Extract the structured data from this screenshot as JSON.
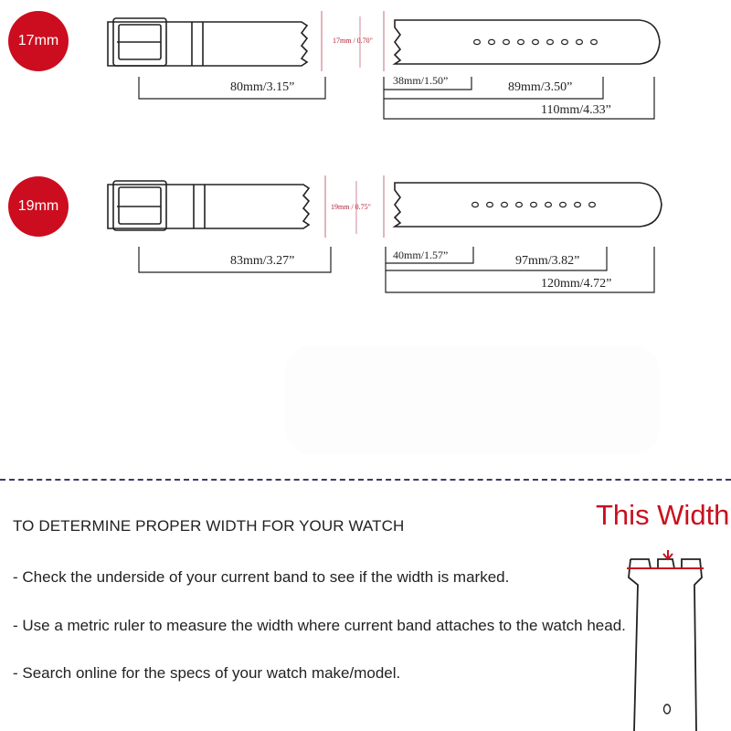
{
  "band_17": {
    "badge": "17mm",
    "width_label": "17mm / 0.70\"",
    "short_piece": "80mm/3.15”",
    "tip_section": "38mm/1.50”",
    "hole_section": "89mm/3.50”",
    "long_piece": "110mm/4.33”"
  },
  "band_19": {
    "badge": "19mm",
    "width_label": "19mm / 0.75\"",
    "short_piece": "83mm/3.27”",
    "tip_section": "40mm/1.57”",
    "hole_section": "97mm/3.82”",
    "long_piece": "120mm/4.72”"
  },
  "instructions": {
    "heading": "TO DETERMINE PROPER WIDTH FOR YOUR WATCH",
    "steps": [
      "- Check the underside of your current band to see if the width is marked.",
      "- Use a metric ruler to measure the width where current band attaches to the watch head.",
      "- Search online for the specs of your watch make/model."
    ],
    "this_width": "This Width"
  },
  "colors": {
    "badge": "#cc0d1f",
    "accent": "#c8101e",
    "width_marker": "#c86a7a",
    "divider": "#3a3a6a"
  }
}
